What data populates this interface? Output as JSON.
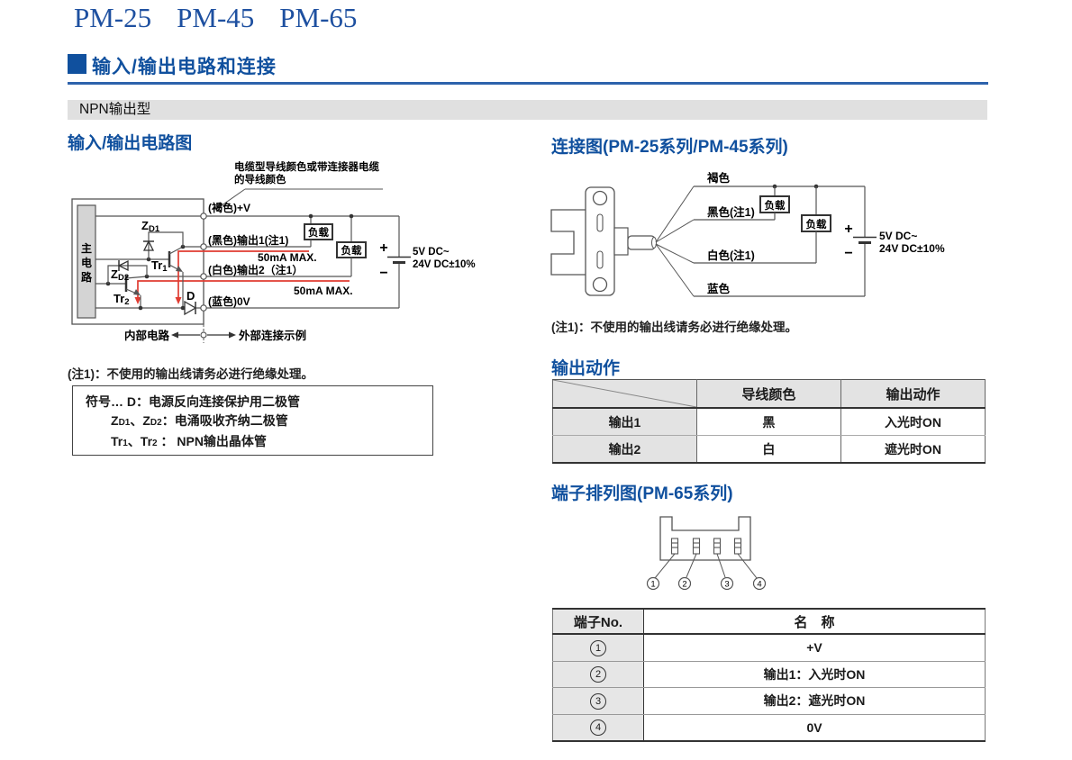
{
  "page": {
    "models": [
      "PM-25",
      "PM-45",
      "PM-65"
    ],
    "section_heading": "输入/输出电路和连接",
    "type_bar": "NPN输出型"
  },
  "colors": {
    "blue": "#10509e",
    "red": "#e03c32",
    "gray_bar": "#e0e0e0"
  },
  "left": {
    "heading": "输入/输出电路图",
    "circuit": {
      "cable_note_line1": "电缆型导线颜色或带连接器电缆",
      "cable_note_line2": "的导线颜色",
      "main_circuit_chars": [
        "主",
        "电",
        "路"
      ],
      "zd1": {
        "p": "Z",
        "s": "D1"
      },
      "zd2": {
        "p": "Z",
        "s": "D2"
      },
      "tr1": {
        "p": "Tr",
        "s": "1"
      },
      "tr2": {
        "p": "Tr",
        "s": "2"
      },
      "d": "D",
      "wire_plus_v": "(褐色)+V",
      "wire_out1": "(黑色)输出1(注1)",
      "wire_out2": "(白色)输出2（注1）",
      "wire_zero_v": "(蓝色)0V",
      "load": "负载",
      "ma_max1": "50mA MAX.",
      "ma_max2": "50mA MAX.",
      "plus": "+",
      "minus": "−",
      "supply1": "5V DC~",
      "supply2": "24V DC±10%",
      "internal": "内部电路",
      "external": "外部连接示例"
    },
    "note1": "(注1)：不使用的输出线请务必进行绝缘处理。",
    "symbol_box": {
      "line1": "符号… D：电源反向连接保护用二极管",
      "line2": {
        "p1": "Z",
        "s1": "D1",
        "p2": "、Z",
        "s2": "D2",
        "p3": "：电涌吸收齐纳二极管"
      },
      "line3": {
        "p1": "Tr",
        "s1": "1",
        "p2": "、Tr",
        "s2": "2",
        "p3": " ： NPN输出晶体管"
      }
    }
  },
  "right": {
    "heading": "连接图(PM-25系列/PM-45系列)",
    "wiring": {
      "brown": "褐色",
      "black": "黑色(注1)",
      "white": "白色(注1)",
      "blue": "蓝色",
      "load": "负载",
      "plus": "+",
      "minus": "−",
      "supply1": "5V DC~",
      "supply2": "24V DC±10%"
    },
    "note1": "(注1)：不使用的输出线请务必进行绝缘处理。",
    "output_action": {
      "heading": "输出动作",
      "col2": "导线颜色",
      "col3": "输出动作",
      "rows": [
        {
          "name": "输出1",
          "color": "黑",
          "action": "入光时ON"
        },
        {
          "name": "输出2",
          "color": "白",
          "action": "遮光时ON"
        }
      ]
    },
    "terminal": {
      "heading": "端子排列图(PM-65系列)",
      "pin_numbers": [
        "1",
        "2",
        "3",
        "4"
      ],
      "table": {
        "col1": "端子No.",
        "col2": "名　称",
        "rows": [
          "+V",
          "输出1：入光时ON",
          "输出2：遮光时ON",
          "0V"
        ]
      }
    }
  }
}
